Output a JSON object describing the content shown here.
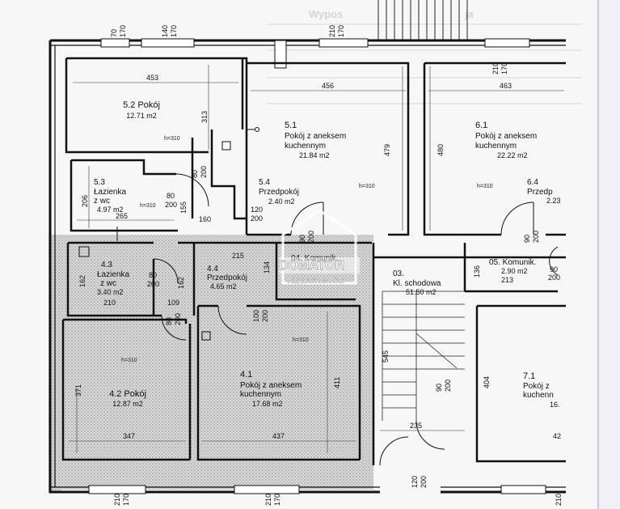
{
  "background_text": [
    "Wypos",
    "ja"
  ],
  "rooms": [
    {
      "id": "5.2",
      "lines": [
        "5.2 Pokój",
        "12.71 m2"
      ]
    },
    {
      "id": "5.1",
      "lines": [
        "5.1",
        "Pokój z aneksem",
        "kuchennym",
        "21.84 m2"
      ]
    },
    {
      "id": "6.1",
      "lines": [
        "6.1",
        "Pokój z aneksem",
        "kuchennym",
        "22.22 m2"
      ]
    },
    {
      "id": "5.3",
      "lines": [
        "5.3",
        "Łazienka",
        "z wc",
        "4.97 m2"
      ]
    },
    {
      "id": "5.4",
      "lines": [
        "5.4",
        "Przedpokój",
        "2.40 m2"
      ]
    },
    {
      "id": "6.4",
      "lines": [
        "6.4",
        "Przedp",
        "2.23"
      ]
    },
    {
      "id": "4.3",
      "lines": [
        "4.3",
        "Łazienka",
        "z wc",
        "3.40 m2"
      ]
    },
    {
      "id": "4.4",
      "lines": [
        "4.4",
        "Przedpokój",
        "4.65 m2"
      ]
    },
    {
      "id": "04",
      "lines": [
        "04. Komunik."
      ]
    },
    {
      "id": "03",
      "lines": [
        "03.",
        "Kl. schodowa",
        "51.50 m2"
      ]
    },
    {
      "id": "05",
      "lines": [
        "05. Komunik.",
        "2.90 m2"
      ]
    },
    {
      "id": "4.2",
      "lines": [
        "4.2 Pokój",
        "12.87 m2"
      ]
    },
    {
      "id": "4.1",
      "lines": [
        "4.1",
        "Pokój z aneksem",
        "kuchennym",
        "17.68 m2"
      ]
    },
    {
      "id": "7.1",
      "lines": [
        "7.1",
        "Pokój z",
        "kuchenn",
        "16."
      ]
    }
  ],
  "dimensions": {
    "d453": "453",
    "d456": "456",
    "d463": "463",
    "d313": "313",
    "d479": "479",
    "d480": "480",
    "d206": "206",
    "d265": "265",
    "d160": "160",
    "d155": "155",
    "d215": "215",
    "d134": "134",
    "d162a": "162",
    "d162b": "162",
    "d136": "136",
    "d210": "210",
    "d109": "109",
    "d213": "213",
    "d545": "545",
    "d371": "371",
    "d411": "411",
    "d404": "404",
    "d347": "347",
    "d437": "437",
    "d235": "235",
    "d42": "42",
    "w70": "70",
    "w170a": "170",
    "w140": "140",
    "w170b": "170",
    "w210a": "210",
    "w170c": "170",
    "w210b": "210",
    "w170d": "170",
    "o80_200a": "80",
    "o80_200a2": "200",
    "o80_200b": "80",
    "o80_200b2": "200",
    "o120_200": "120",
    "o120_200b": "200",
    "o90_200a": "90",
    "o90_200a2": "200",
    "o90_200b": "90",
    "o90_200b2": "200",
    "o90_200c": "90",
    "o90_200c2": "200",
    "o80_200c": "80",
    "o80_200c2": "200",
    "o100_200": "100",
    "o100_200b": "200",
    "o80_200d": "80",
    "o80_200d2": "200",
    "o90_200d": "90",
    "o90_200d2": "200",
    "b210a": "210",
    "b170a": "170",
    "b210b": "210",
    "b170b": "170",
    "b120": "120",
    "b200": "200",
    "b210c": "210"
  },
  "heights": {
    "h1": "h=310",
    "h2": "h=310",
    "h3": "h=310",
    "h4": "h=310",
    "h5": "h=310",
    "h6": "h=310"
  },
  "watermark": {
    "brand": "DOMATOR",
    "sub": "NIERUCHOMOŚCI"
  }
}
